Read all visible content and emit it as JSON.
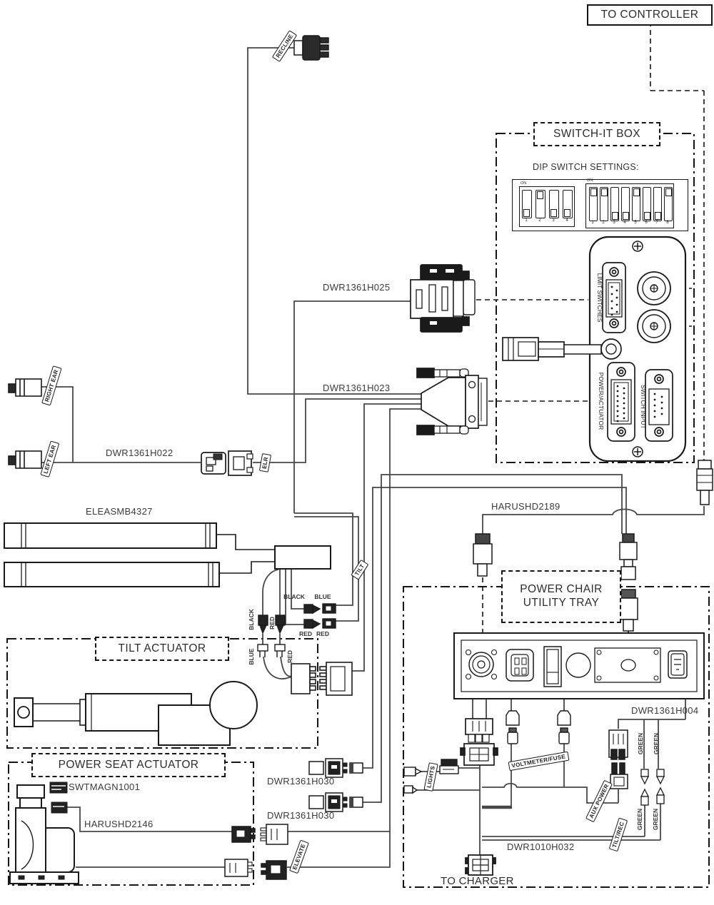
{
  "header": {
    "to_controller": "TO CONTROLLER"
  },
  "switch_it": {
    "title": "SWITCH-IT BOX",
    "dip_heading": "DIP SWITCH SETTINGS:",
    "on_label": "ON",
    "dip_block_1": {
      "numbers": [
        "1",
        "2",
        "3",
        "4"
      ],
      "states": [
        "down",
        "up",
        "down",
        "down"
      ]
    },
    "dip_block_2": {
      "numbers": [
        "1",
        "2",
        "3",
        "4",
        "5",
        "6",
        "7",
        "8"
      ],
      "states": [
        "up",
        "up",
        "down",
        "down",
        "up",
        "down",
        "down",
        "up"
      ]
    },
    "ports": {
      "limit_switches": "LIMIT SWITCHES",
      "power_actuator": "POWER/ACTUATOR",
      "switch_input": "SWITCH INPUT"
    }
  },
  "harnesses": {
    "dwr1361h025": "DWR1361H025",
    "dwr1361h023": "DWR1361H023",
    "dwr1361h022": "DWR1361H022",
    "eleasmb4327": "ELEASMB4327",
    "harushd2189": "HARUSHD2189",
    "dwr1361h004": "DWR1361H004",
    "swtmagn1001": "SWTMAGN1001",
    "harushd2146": "HARUSHD2146",
    "dwr1361h030_1": "DWR1361H030",
    "dwr1361h030_2": "DWR1361H030",
    "dwr1010h032": "DWR1010H032"
  },
  "sections": {
    "tilt_actuator": "TILT ACTUATOR",
    "power_seat_actuator": "POWER SEAT ACTUATOR",
    "utility_tray_line1": "POWER CHAIR",
    "utility_tray_line2": "UTILITY TRAY",
    "to_charger": "TO CHARGER"
  },
  "tags": {
    "recline": "RECLINE",
    "right_ear": "RIGHT EAR",
    "left_ear": "LEFT EAR",
    "elr": "ELR",
    "tilt": "TILT",
    "elevate": "ELEVATE",
    "lights": "LIGHTS",
    "voltmeter_fuse": "VOLTMETER/FUSE",
    "aux_power": "AUX POWER",
    "tilt_rec": "TILT/REC"
  },
  "wire_labels": {
    "black_v": "BLACK",
    "red_v": "RED",
    "black_h": "BLACK",
    "blue_h": "BLUE",
    "red_h1": "RED",
    "red_h2": "RED",
    "blue_tilt": "BLUE",
    "red_tilt": "RED",
    "green_1": "GREEN",
    "green_2": "GREEN",
    "green_3": "GREEN",
    "green_4": "GREEN"
  }
}
